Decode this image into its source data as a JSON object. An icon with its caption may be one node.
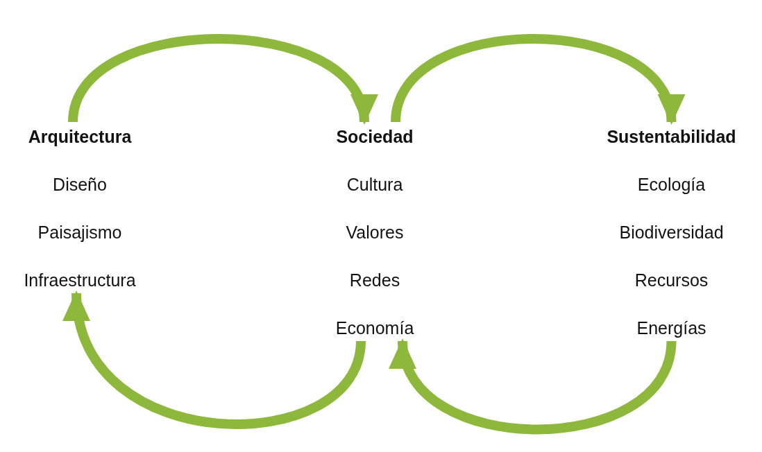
{
  "diagram": {
    "nodes": [
      {
        "text": [
          "Arquitectura",
          "Diseño",
          "Paisajismo",
          "Infraestructura"
        ]
      },
      {
        "text": [
          "Sociedad",
          "Cultura",
          "Valores",
          "Redes",
          "Economía"
        ]
      },
      {
        "text": [
          "Sustentabilidad",
          "Ecología",
          "Biodiversidad",
          "Recursos",
          "Energías"
        ]
      }
    ],
    "edges": [
      {
        "from": 0,
        "to": 1,
        "arrow": "to"
      },
      {
        "from": 1,
        "to": 2,
        "arrow": "to"
      },
      {
        "from": 2,
        "to": 1,
        "arrow": "to"
      },
      {
        "from": 1,
        "to": 0,
        "arrow": "to"
      }
    ]
  }
}
